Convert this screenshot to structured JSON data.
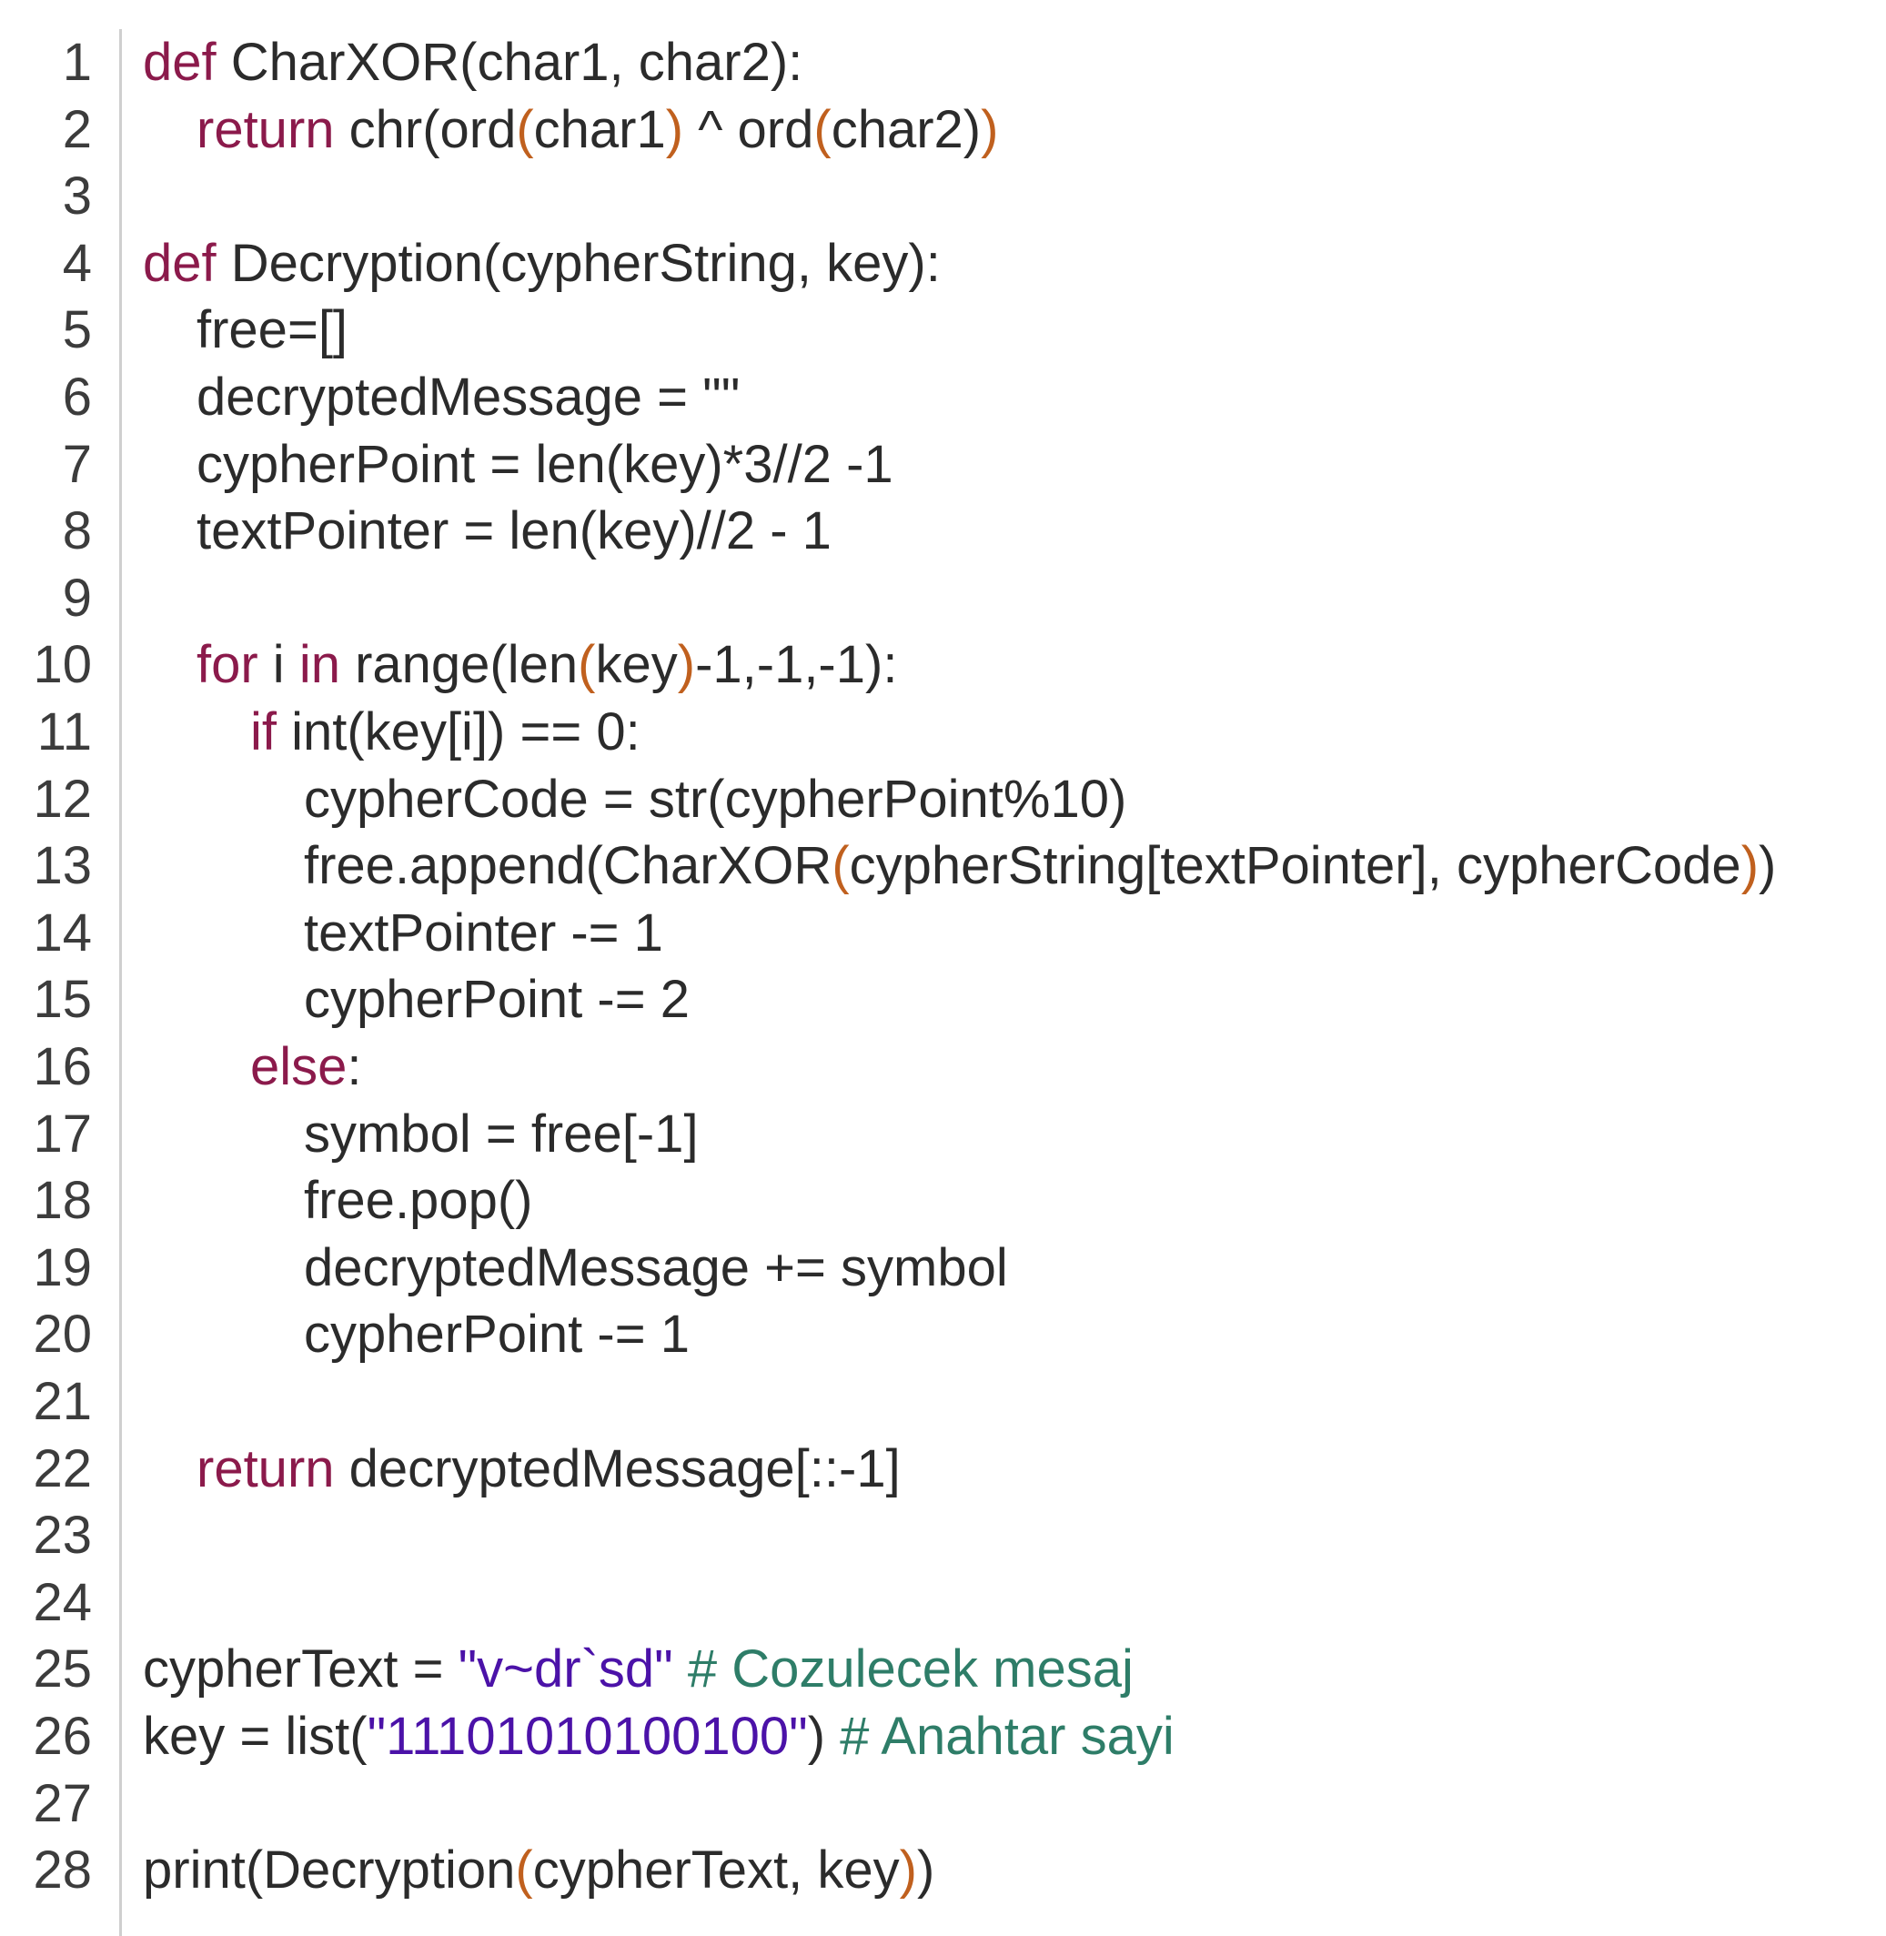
{
  "colors": {
    "keyword": "#8b1a4b",
    "bracket_match": "#c0601e",
    "string": "#4b12a8",
    "comment": "#2e7d68",
    "text": "#2b2b2b",
    "line_number": "#3c3c3c",
    "gutter_divider": "#cfcfcf"
  },
  "lines": [
    {
      "n": "1",
      "indent": 0,
      "tokens": [
        {
          "t": "def",
          "c": "kw"
        },
        {
          "t": " CharXOR(char1, char2):"
        }
      ]
    },
    {
      "n": "2",
      "indent": 1,
      "tokens": [
        {
          "t": "return",
          "c": "kw"
        },
        {
          "t": " chr(ord"
        },
        {
          "t": "(",
          "c": "br"
        },
        {
          "t": "char1"
        },
        {
          "t": ")",
          "c": "br"
        },
        {
          "t": " ^ ord"
        },
        {
          "t": "(",
          "c": "br"
        },
        {
          "t": "char2)"
        },
        {
          "t": ")",
          "c": "br"
        }
      ]
    },
    {
      "n": "3",
      "indent": 0,
      "tokens": []
    },
    {
      "n": "4",
      "indent": 0,
      "tokens": [
        {
          "t": "def",
          "c": "kw"
        },
        {
          "t": " Decryption(cypherString, key):"
        }
      ]
    },
    {
      "n": "5",
      "indent": 1,
      "tokens": [
        {
          "t": "free=[]"
        }
      ]
    },
    {
      "n": "6",
      "indent": 1,
      "tokens": [
        {
          "t": "decryptedMessage = \"\""
        }
      ]
    },
    {
      "n": "7",
      "indent": 1,
      "tokens": [
        {
          "t": "cypherPoint = len(key)*3//2 -1"
        }
      ]
    },
    {
      "n": "8",
      "indent": 1,
      "tokens": [
        {
          "t": "textPointer = len(key)//2 - 1"
        }
      ]
    },
    {
      "n": "9",
      "indent": 0,
      "tokens": []
    },
    {
      "n": "10",
      "indent": 1,
      "tokens": [
        {
          "t": "for",
          "c": "kw"
        },
        {
          "t": " i "
        },
        {
          "t": "in",
          "c": "kw"
        },
        {
          "t": " range(len"
        },
        {
          "t": "(",
          "c": "br"
        },
        {
          "t": "key"
        },
        {
          "t": ")",
          "c": "br"
        },
        {
          "t": "-1,-1,-1):"
        }
      ]
    },
    {
      "n": "11",
      "indent": 2,
      "tokens": [
        {
          "t": "if",
          "c": "kw"
        },
        {
          "t": " int(key[i]) == 0:"
        }
      ]
    },
    {
      "n": "12",
      "indent": 3,
      "tokens": [
        {
          "t": "cypherCode = str(cypherPoint%10)"
        }
      ]
    },
    {
      "n": "13",
      "indent": 3,
      "tokens": [
        {
          "t": "free.append(CharXOR"
        },
        {
          "t": "(",
          "c": "br"
        },
        {
          "t": "cypherString[textPointer], cypherCode"
        },
        {
          "t": ")",
          "c": "br"
        },
        {
          "t": ")"
        }
      ]
    },
    {
      "n": "14",
      "indent": 3,
      "tokens": [
        {
          "t": "textPointer -= 1"
        }
      ]
    },
    {
      "n": "15",
      "indent": 3,
      "tokens": [
        {
          "t": "cypherPoint -= 2"
        }
      ]
    },
    {
      "n": "16",
      "indent": 2,
      "tokens": [
        {
          "t": "else",
          "c": "kw"
        },
        {
          "t": ":"
        }
      ]
    },
    {
      "n": "17",
      "indent": 3,
      "tokens": [
        {
          "t": "symbol = free[-1]"
        }
      ]
    },
    {
      "n": "18",
      "indent": 3,
      "tokens": [
        {
          "t": "free.pop()"
        }
      ]
    },
    {
      "n": "19",
      "indent": 3,
      "tokens": [
        {
          "t": "decryptedMessage += symbol"
        }
      ]
    },
    {
      "n": "20",
      "indent": 3,
      "tokens": [
        {
          "t": "cypherPoint -= 1"
        }
      ]
    },
    {
      "n": "21",
      "indent": 0,
      "tokens": []
    },
    {
      "n": "22",
      "indent": 1,
      "tokens": [
        {
          "t": "return",
          "c": "kw"
        },
        {
          "t": " decryptedMessage[::-1]"
        }
      ]
    },
    {
      "n": "23",
      "indent": 0,
      "tokens": []
    },
    {
      "n": "24",
      "indent": 0,
      "tokens": []
    },
    {
      "n": "25",
      "indent": 0,
      "tokens": [
        {
          "t": "cypherText = "
        },
        {
          "t": "\"v~dr`sd\"",
          "c": "str"
        },
        {
          "t": " "
        },
        {
          "t": "# Cozulecek mesaj",
          "c": "cm"
        }
      ]
    },
    {
      "n": "26",
      "indent": 0,
      "tokens": [
        {
          "t": "key = list("
        },
        {
          "t": "\"11101010100100\"",
          "c": "str"
        },
        {
          "t": ") "
        },
        {
          "t": "# Anahtar sayi",
          "c": "cm"
        }
      ]
    },
    {
      "n": "27",
      "indent": 0,
      "tokens": []
    },
    {
      "n": "28",
      "indent": 0,
      "tokens": [
        {
          "t": "print(Decryption"
        },
        {
          "t": "(",
          "c": "br"
        },
        {
          "t": "cypherText, key"
        },
        {
          "t": ")",
          "c": "br"
        },
        {
          "t": ")"
        }
      ]
    }
  ]
}
